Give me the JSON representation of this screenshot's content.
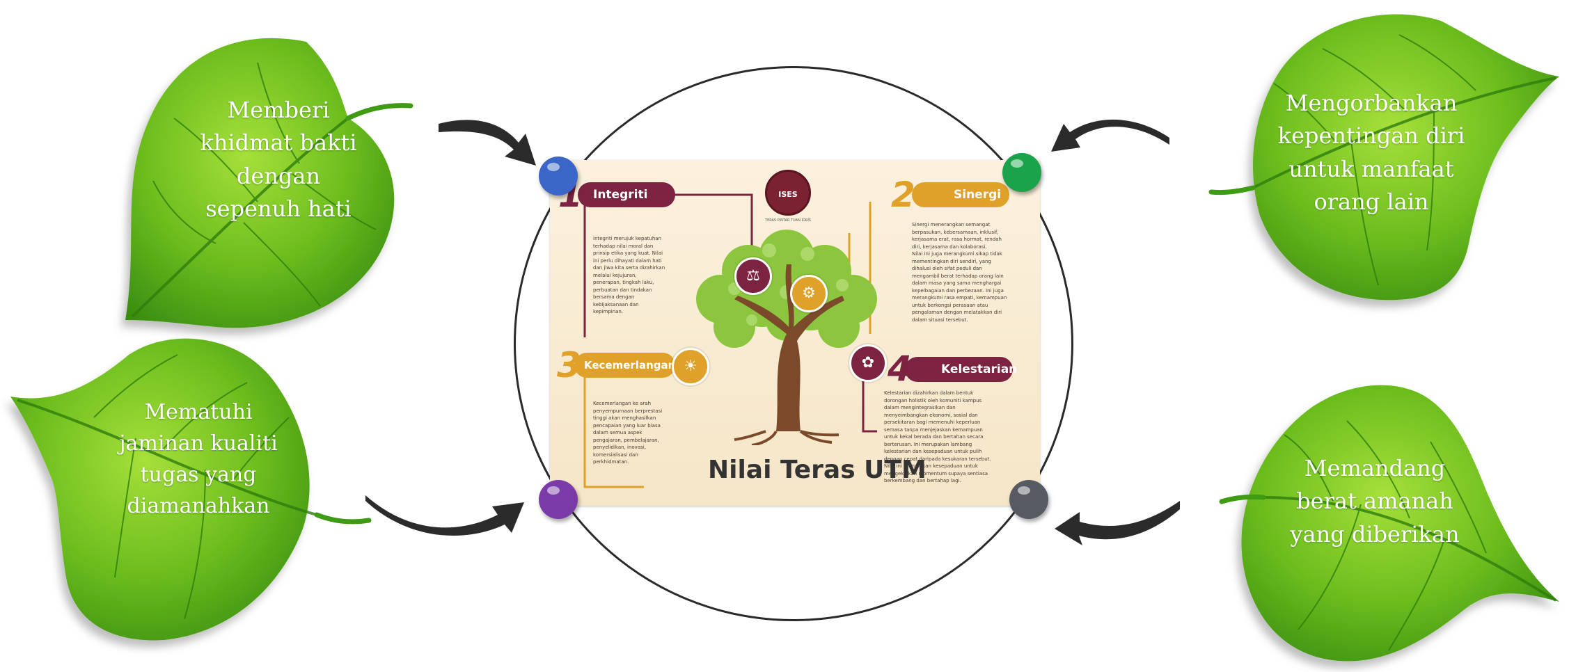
{
  "leaves": {
    "top_left": {
      "lines": [
        "Memberi",
        "khidmat bakti",
        "dengan",
        "sepenuh hati"
      ]
    },
    "bottom_left": {
      "lines": [
        "Mematuhi",
        "jaminan kualiti",
        "tugas yang",
        "diamanahkan"
      ]
    },
    "top_right": {
      "lines": [
        "Mengorbankan",
        "kepentingan diri",
        "untuk manfaat",
        "orang lain"
      ]
    },
    "bottom_right": {
      "lines": [
        "Memandang",
        "berat amanah",
        "yang diberikan"
      ]
    }
  },
  "poster": {
    "title": "Nilai Teras UTM",
    "logo_text": "ISES",
    "logo_caption": "TERAS PINTAR TUAN IDRIS",
    "sections": [
      {
        "number": "1",
        "label": "Integriti",
        "color": "#7b2340",
        "icon": "gavel-icon",
        "text": [
          "Integriti merujuk kepatuhan",
          "terhadap nilai moral dan",
          "prinsip etika yang kuat. Nilai",
          "ini perlu dihayati dalam hati",
          "dan jiwa kita serta dizahirkan",
          "melalui kejujuran,",
          "penerapan, tingkah laku,",
          "perbuatan dan tindakan",
          "bersama dengan",
          "kebijaksanaan dan",
          "kepimpinan."
        ]
      },
      {
        "number": "2",
        "label": "Sinergi",
        "color": "#e0a12a",
        "icon": "gears-icon",
        "text": [
          "Sinergi menerangkan semangat",
          "berpasukan, kebersamaan, inklusif,",
          "kerjasama erat, rasa hormat, rendah",
          "diri, kerjasama dan kolaborasi.",
          "Nilai ini juga merangkumi sikap tidak",
          "mementingkan diri sendiri, yang",
          "dihalusi oleh sifat peduli dan",
          "mengambil berat terhadap orang lain",
          "dalam masa yang sama menghargai",
          "kepelbagaian dan perbezaan. Ini juga",
          "merangkumi rasa empati, kemampuan",
          "untuk berkongsi perasaan atau",
          "pengalaman dengan melatakkan diri",
          "dalam situasi tersebut."
        ]
      },
      {
        "number": "3",
        "label": "Kecemerlangan",
        "color": "#e0a12a",
        "icon": "sun-icon",
        "text": [
          "Kecemerlangan ke arah",
          "penyempurnaan berprestasi",
          "tinggi akan menghasilkan",
          "pencapaian yang luar biasa",
          "dalam semua aspek",
          "pengajaran, pembelajaran,",
          "penyelidikan, inovasi,",
          "komersialisasi dan",
          "perkhidmatan."
        ]
      },
      {
        "number": "4",
        "label": "Kelestarian",
        "color": "#7b2340",
        "icon": "lotus-icon",
        "text": [
          "Kelestarian dizahirkan dalam bentuk",
          "dorongan holistik oleh komuniti kampus",
          "dalam mengintegrasikan dan",
          "menyeimbangkan ekonomi, sosial dan",
          "persekitaran bagi memenuhi keperluan",
          "semasa tanpa menjejaskan kemampuan",
          "untuk kekal berada dan bertahan secara",
          "berterusan. Ini merupakan lambang",
          "kelestarian dan kesepaduan untuk pulih",
          "dengan cepat daripada kesukaran tersebut.",
          "Nilai ini merupakan kesepaduan untuk",
          "mengekalkan momentum supaya sentiasa",
          "berkembang dan bertahap lagi."
        ]
      }
    ]
  },
  "pins": {
    "top_left": "#3a66c8",
    "top_right": "#1aa34a",
    "bottom_left": "#7a3aa8",
    "bottom_right": "#555a63"
  },
  "colors": {
    "leaf_dark": "#3f9a14",
    "leaf_light": "#8ed12a",
    "arrow": "#2b2b2b",
    "circle": "#2a2a2a"
  }
}
